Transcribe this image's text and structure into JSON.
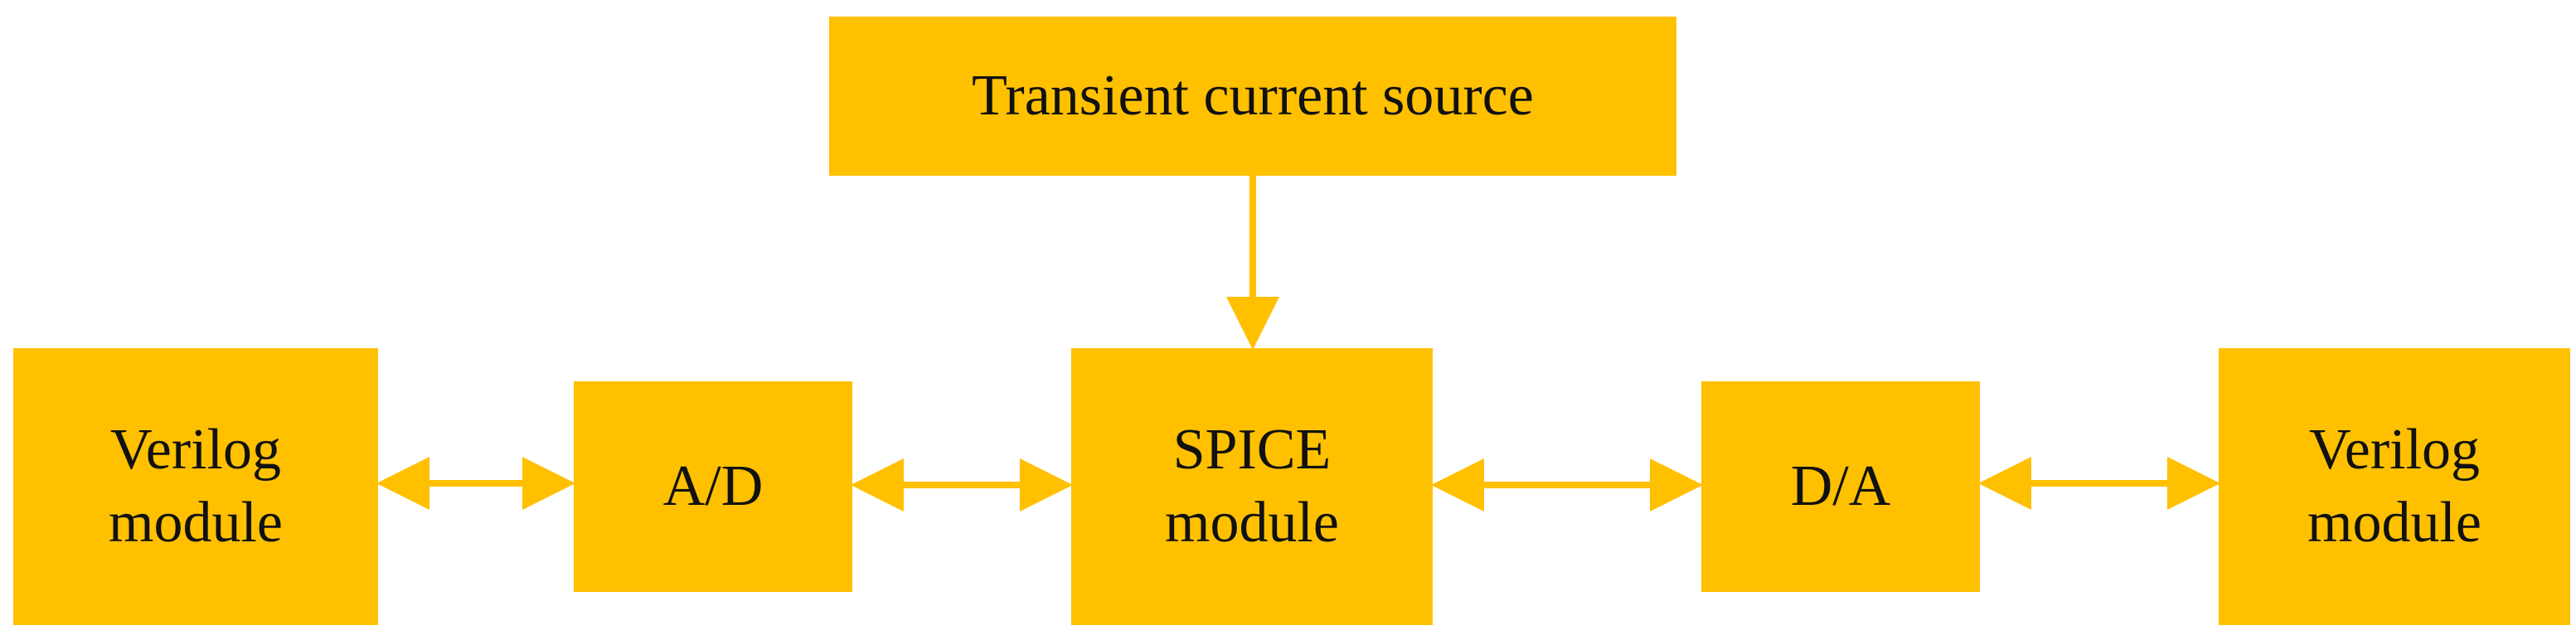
{
  "diagram": {
    "colors": {
      "box_fill": "#FFC000",
      "arrow": "#FFC000",
      "text": "#111111"
    },
    "boxes": {
      "transient_source": {
        "label": "Transient current source"
      },
      "verilog_left": {
        "label": "Verilog\nmodule"
      },
      "ad": {
        "label": "A/D"
      },
      "spice": {
        "label": "SPICE\nmodule"
      },
      "da": {
        "label": "D/A"
      },
      "verilog_right": {
        "label": "Verilog\nmodule"
      }
    },
    "connections": [
      {
        "from": "transient_source",
        "to": "spice",
        "direction": "one-way"
      },
      {
        "from": "verilog_left",
        "to": "ad",
        "direction": "two-way"
      },
      {
        "from": "ad",
        "to": "spice",
        "direction": "two-way"
      },
      {
        "from": "spice",
        "to": "da",
        "direction": "two-way"
      },
      {
        "from": "da",
        "to": "verilog_right",
        "direction": "two-way"
      }
    ]
  }
}
